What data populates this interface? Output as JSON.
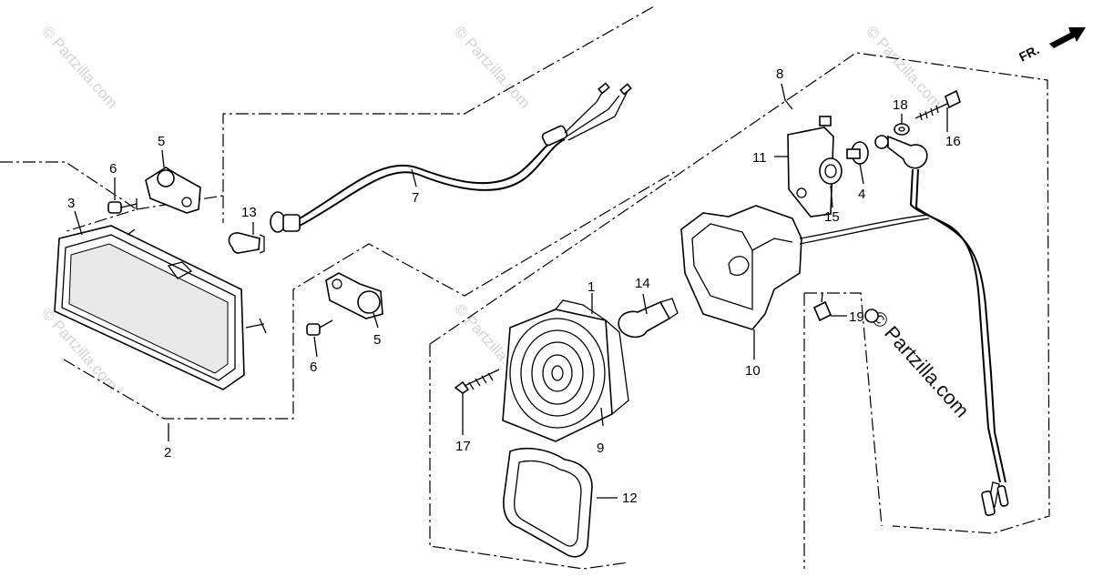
{
  "watermarks": {
    "small": "© Partzilla.com",
    "large": "© Partzilla.com"
  },
  "direction_indicator": {
    "label": "FR."
  },
  "callouts": {
    "c1": "1",
    "c2": "2",
    "c3": "3",
    "c4": "4",
    "c5a": "5",
    "c5b": "5",
    "c6a": "6",
    "c6b": "6",
    "c7": "7",
    "c8": "8",
    "c9": "9",
    "c10": "10",
    "c11": "11",
    "c12": "12",
    "c13": "13",
    "c14": "14",
    "c15": "15",
    "c16": "16",
    "c17": "17",
    "c18": "18",
    "c19": "19"
  },
  "colors": {
    "line": "#000000",
    "watermark": "#d4d4d4",
    "background": "#ffffff"
  }
}
